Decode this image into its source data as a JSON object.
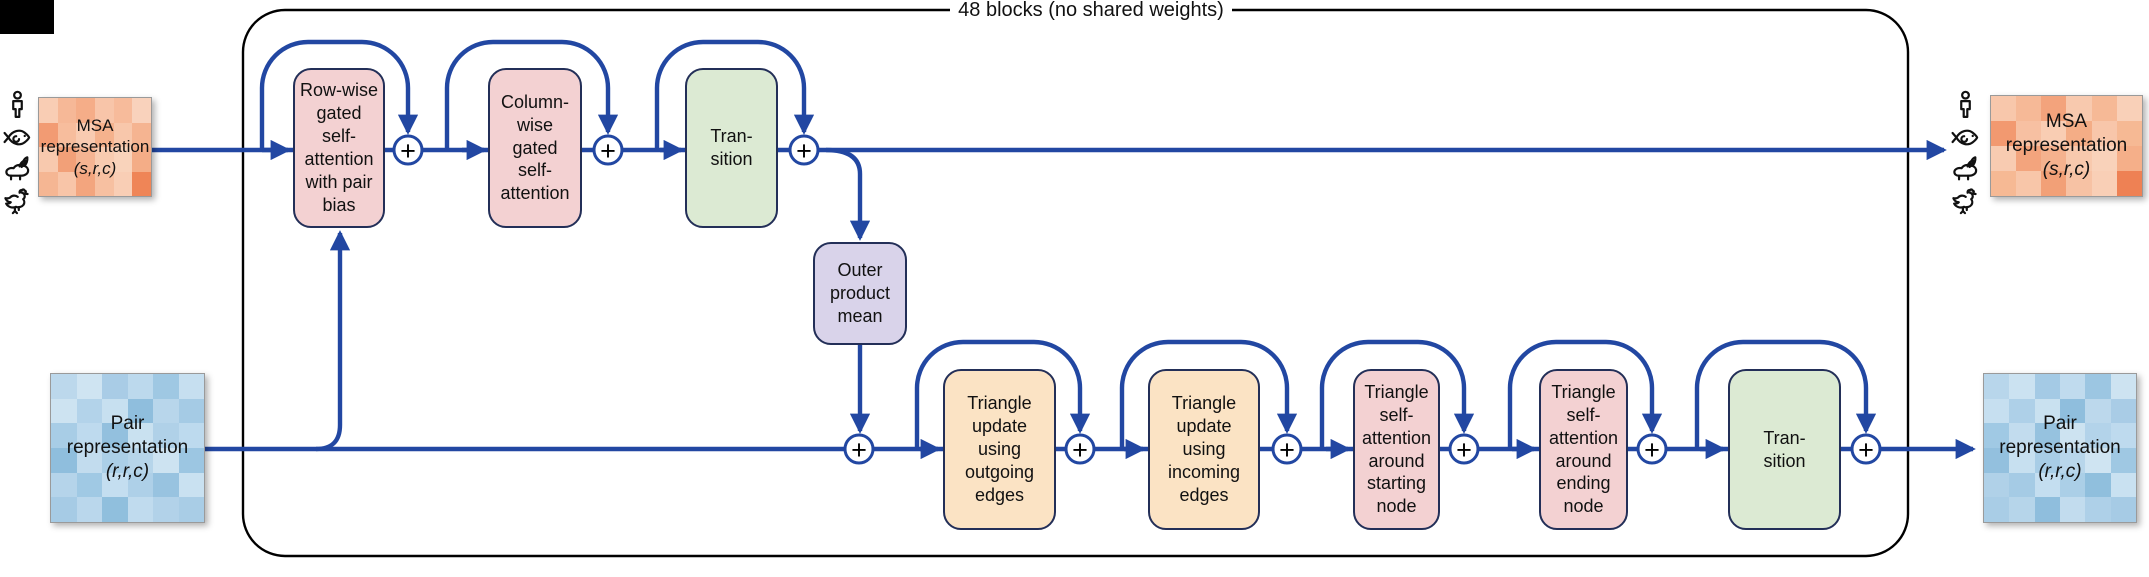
{
  "figure": {
    "blocks_label": "48 blocks (no shared weights)",
    "ops": {
      "plus": "+"
    },
    "reps": {
      "msa_in": {
        "name": "MSA\nrepresentation",
        "dims": "(s,r,c)"
      },
      "pair_in": {
        "name": "Pair\nrepresentation",
        "dims": "(r,r,c)"
      },
      "msa_out": {
        "name": "MSA\nrepresentation",
        "dims": "(s,r,c)"
      },
      "pair_out": {
        "name": "Pair\nrepresentation",
        "dims": "(r,r,c)"
      }
    },
    "blocks": {
      "row_wise": {
        "label": "Row-wise\ngated\nself-\nattention\nwith pair\nbias"
      },
      "column_wise": {
        "label": "Column-\nwise\ngated\nself-\nattention"
      },
      "transition_msa": {
        "label": "Tran-\nsition"
      },
      "outer_product": {
        "label": "Outer\nproduct\nmean"
      },
      "tri_outgoing": {
        "label": "Triangle\nupdate\nusing\noutgoing\nedges"
      },
      "tri_incoming": {
        "label": "Triangle\nupdate\nusing\nincoming\nedges"
      },
      "tri_start": {
        "label": "Triangle\nself-\nattention\naround\nstarting\nnode"
      },
      "tri_end": {
        "label": "Triangle\nself-\nattention\naround\nending\nnode"
      },
      "transition_pair": {
        "label": "Tran-\nsition"
      }
    },
    "species_icons": [
      "human-icon",
      "fish-icon",
      "rabbit-icon",
      "rooster-icon"
    ]
  },
  "colors": {
    "line_blue": "#2247a2",
    "box_border": "#232f58",
    "box_pink": "#f3d1d2",
    "box_green": "#dcead3",
    "box_lavender": "#d9d3ea",
    "box_tan": "#fbe3c4"
  },
  "heatmaps": {
    "msa_in": [
      [
        "#f9cdb4",
        "#f6b897",
        "#f5ad88",
        "#f8c5a9",
        "#f7bb9b",
        "#f9d2bc"
      ],
      [
        "#f29b73",
        "#f7bd9d",
        "#f9cbb1",
        "#f5b28d",
        "#f8c7ab",
        "#f5b491"
      ],
      [
        "#f8c9ae",
        "#f2a078",
        "#f5b492",
        "#f8cbb0",
        "#f9d3bb",
        "#f4ad87"
      ],
      [
        "#f5b693",
        "#f8c5a8",
        "#f3a57e",
        "#f7c0a1",
        "#f9ceb5",
        "#ef8557"
      ]
    ],
    "msa_out": [
      [
        "#f8c7ab",
        "#f6b997",
        "#f3a37c",
        "#f8c9ae",
        "#f6b996",
        "#f9d0b8"
      ],
      [
        "#f29970",
        "#f7c0a2",
        "#f9cdb3",
        "#f4ad86",
        "#f8c6aa",
        "#f6b994"
      ],
      [
        "#f8cbb1",
        "#f3a47d",
        "#f5b28e",
        "#f8c9ad",
        "#f9d2ba",
        "#f5af89"
      ],
      [
        "#f6b994",
        "#f8c6a9",
        "#f2a077",
        "#f7c2a4",
        "#f9cfb6",
        "#ee8154"
      ]
    ],
    "pair_in": [
      [
        "#bcd8ec",
        "#cfe4f2",
        "#a9cce6",
        "#bcd9ed",
        "#9fc8e3",
        "#c6dff0"
      ],
      [
        "#cde3f1",
        "#b3d3ea",
        "#c7e0f0",
        "#8fbedd",
        "#b8d6eb",
        "#a5cbe5"
      ],
      [
        "#a8cde6",
        "#bedaee",
        "#93c0de",
        "#c9e1f0",
        "#b0d1e8",
        "#bddaee"
      ],
      [
        "#8fbedd",
        "#c2dcee",
        "#abcfe7",
        "#b6d5ea",
        "#cde3f1",
        "#9cc6e2"
      ],
      [
        "#b5d4ea",
        "#a0c9e4",
        "#c4def0",
        "#aed0e8",
        "#98c3e0",
        "#c9e1f1"
      ],
      [
        "#a6cbe5",
        "#bad7ec",
        "#90bfdd",
        "#c0dbee",
        "#b2d2e9",
        "#a9cde6"
      ]
    ],
    "pair_out": [
      [
        "#b8d6eb",
        "#cbe2f1",
        "#a4cae5",
        "#c0dbee",
        "#9cc6e2",
        "#cde3f1"
      ],
      [
        "#c6dff0",
        "#aed0e8",
        "#c9e1f0",
        "#8fbedd",
        "#bcd8ec",
        "#a9cce6"
      ],
      [
        "#a0c9e4",
        "#c2dcee",
        "#96c2df",
        "#cde3f1",
        "#b3d3ea",
        "#bedaee"
      ],
      [
        "#93c0de",
        "#c7e0f0",
        "#a8cde6",
        "#b8d6eb",
        "#cfe4f2",
        "#9fc8e3"
      ],
      [
        "#b0d1e8",
        "#a5cbe5",
        "#c4def0",
        "#abcfe7",
        "#90bfdd",
        "#c9e1f1"
      ],
      [
        "#a9cde6",
        "#b6d5ea",
        "#8fbedd",
        "#c2dcee",
        "#aed0e8",
        "#a6cbe5"
      ]
    ]
  }
}
